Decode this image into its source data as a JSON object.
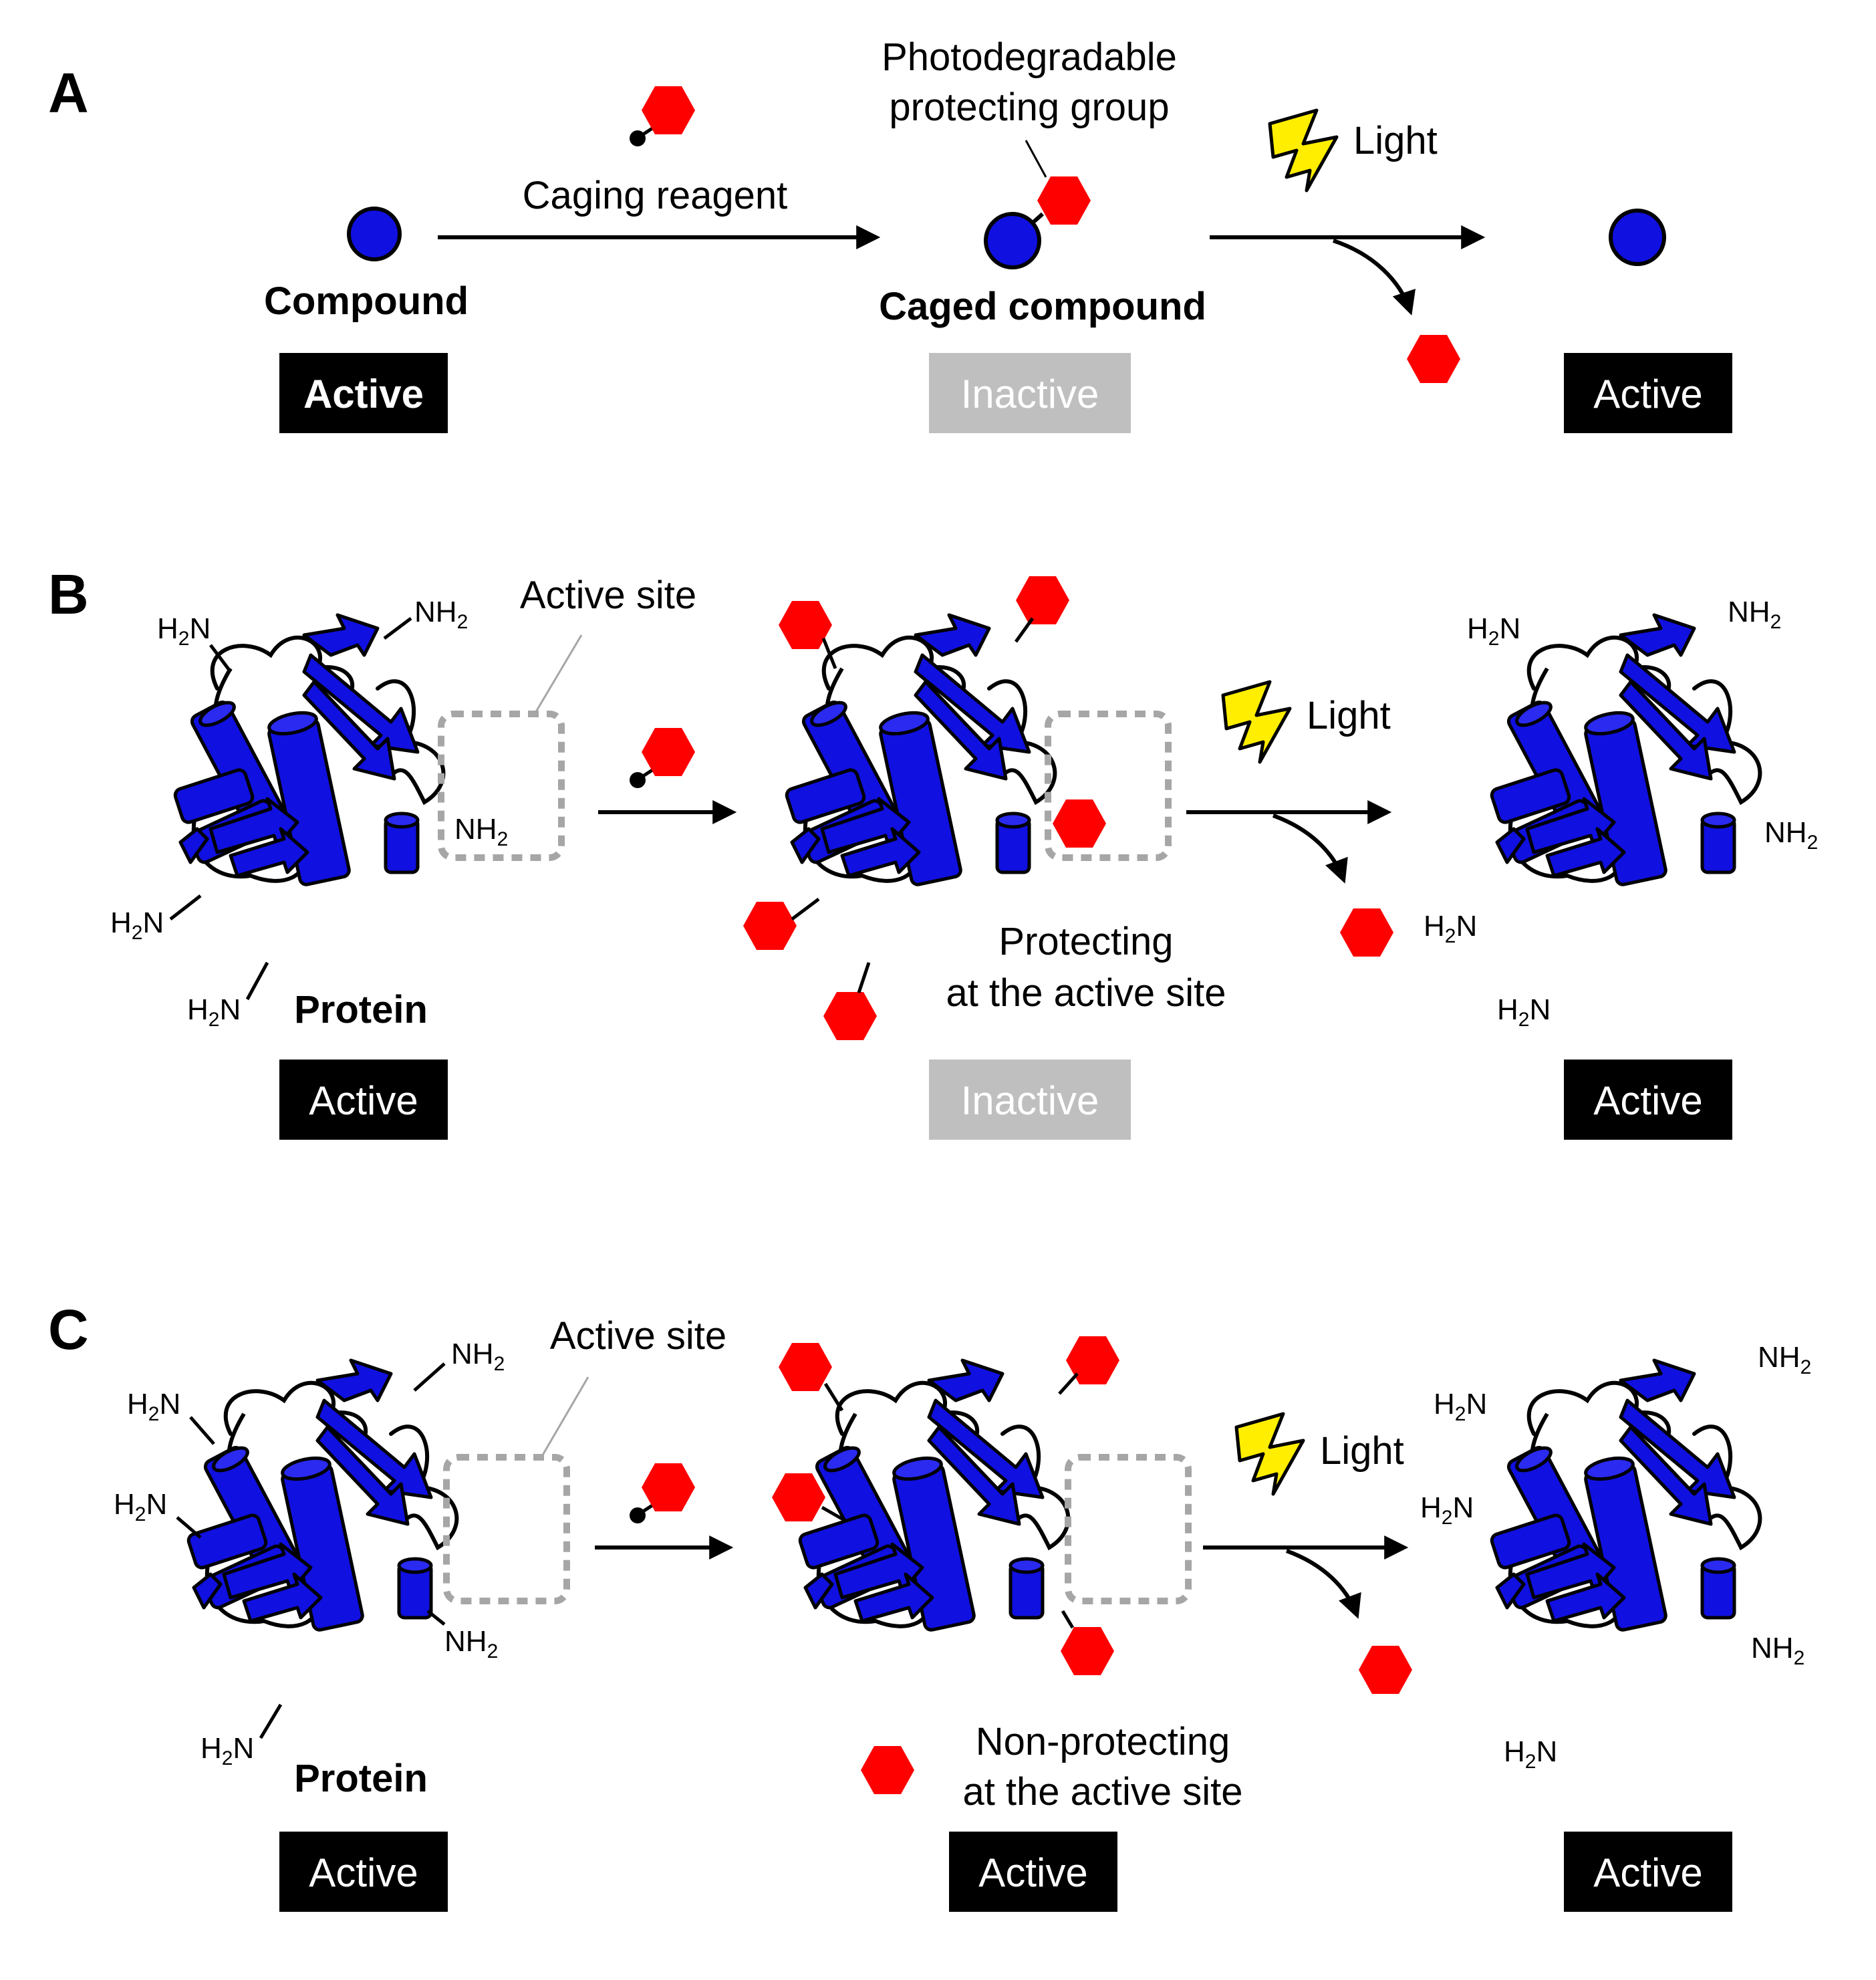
{
  "colors": {
    "compound_blue": "#1010e0",
    "protecting_group_red": "#ff0000",
    "light_yellow": "#ffee00",
    "badge_active_bg": "#000000",
    "badge_inactive_bg": "#bfbfbf",
    "active_site_dash": "#a6a6a6"
  },
  "icons": {
    "compound": "blue-circle-icon",
    "protecting_group": "red-hexagon-icon",
    "caging_reagent": "hexagon-with-dot-icon",
    "light": "lightning-bolt-icon",
    "protein": "protein-ribbon-icon"
  },
  "panels": [
    {
      "letter": "A",
      "reagent_label": "Caging reagent",
      "pg_label_line1": "Photodegradable",
      "pg_label_line2": "protecting group",
      "light_label": "Light",
      "start_label": "Compound",
      "middle_label": "Caged compound",
      "badges": [
        "Active",
        "Inactive",
        "Active"
      ]
    },
    {
      "letter": "B",
      "active_site_label": "Active site",
      "light_label": "Light",
      "start_label": "Protein",
      "middle_note_line1": "Protecting",
      "middle_note_line2": "at the active site",
      "badges": [
        "Active",
        "Inactive",
        "Active"
      ]
    },
    {
      "letter": "C",
      "active_site_label": "Active site",
      "light_label": "Light",
      "start_label": "Protein",
      "middle_note_line1": "Non-protecting",
      "middle_note_line2": "at the active site",
      "badges": [
        "Active",
        "Active",
        "Active"
      ]
    }
  ],
  "amine": {
    "h2n_h": "H",
    "h2n_sub": "2",
    "h2n_n": "N",
    "nh2_n": "NH",
    "nh2_sub": "2"
  }
}
